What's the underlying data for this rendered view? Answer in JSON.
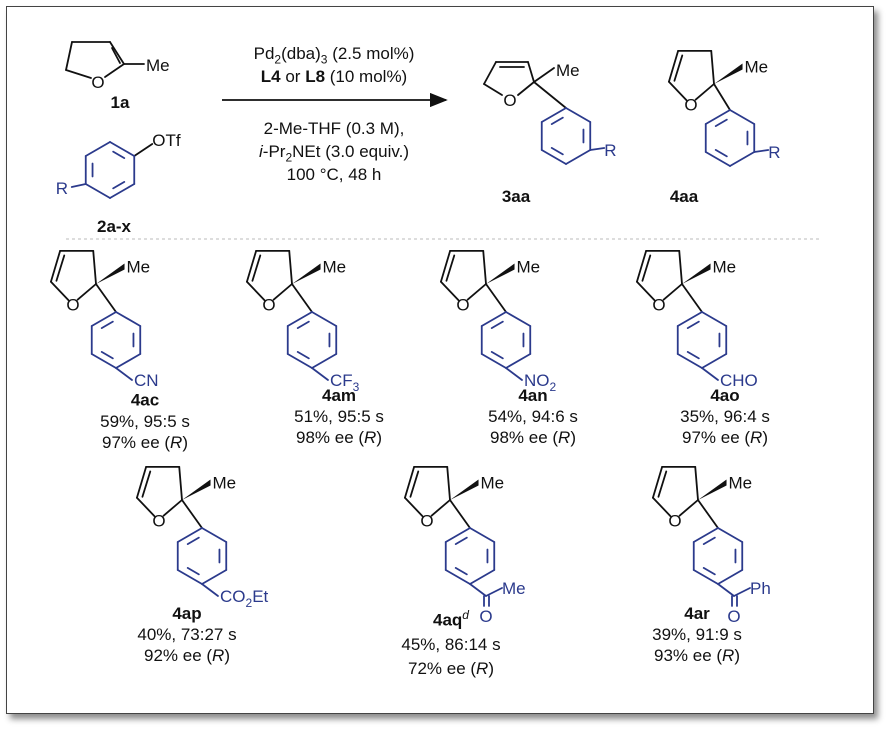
{
  "colors": {
    "substituent": "#2b3a8c",
    "bond": "#111111",
    "frame": "#444444"
  },
  "reagents": {
    "alkene_label": "1a",
    "alkene_me": "Me",
    "triflate_label": "2a-x",
    "triflate_otf": "OTf",
    "triflate_r": "R"
  },
  "conditions": {
    "catalyst_pre": "Pd",
    "catalyst_sub1": "2",
    "catalyst_mid": "(dba)",
    "catalyst_sub2": "3",
    "catalyst_post": " (2.5 mol%)",
    "ligand_a": "L4",
    "ligand_or": " or ",
    "ligand_b": "L8",
    "ligand_post": " (10 mol%)",
    "solvent": "2-Me-THF (0.3 M),",
    "base_italic": "i",
    "base_pre": "-Pr",
    "base_sub": "2",
    "base_post": "NEt (3.0 equiv.)",
    "temp_time": "100 °C, 48 h"
  },
  "products_header": [
    {
      "label": "3aa",
      "me": "Me",
      "r": "R"
    },
    {
      "label": "4aa",
      "me": "Me",
      "r": "R"
    }
  ],
  "examples": [
    {
      "label": "4ac",
      "sup": "",
      "me": "Me",
      "sub_main": "CN",
      "sub_index": "",
      "sub_tail": "",
      "yield": "59%, 95:5 s",
      "ee_pre": "97% ee (",
      "ee_config": "R",
      "ee_post": ")"
    },
    {
      "label": "4am",
      "sup": "",
      "me": "Me",
      "sub_main": "CF",
      "sub_index": "3",
      "sub_tail": "",
      "yield": "51%, 95:5 s",
      "ee_pre": "98% ee (",
      "ee_config": "R",
      "ee_post": ")"
    },
    {
      "label": "4an",
      "sup": "",
      "me": "Me",
      "sub_main": "NO",
      "sub_index": "2",
      "sub_tail": "",
      "yield": "54%, 94:6 s",
      "ee_pre": "98% ee (",
      "ee_config": "R",
      "ee_post": ")"
    },
    {
      "label": "4ao",
      "sup": "",
      "me": "Me",
      "sub_main": "CHO",
      "sub_index": "",
      "sub_tail": "",
      "yield": "35%, 96:4 s",
      "ee_pre": "97% ee (",
      "ee_config": "R",
      "ee_post": ")"
    },
    {
      "label": "4ap",
      "sup": "",
      "me": "Me",
      "sub_main": "CO",
      "sub_index": "2",
      "sub_tail": "Et",
      "yield": "40%, 73:27 s",
      "ee_pre": "92% ee (",
      "ee_config": "R",
      "ee_post": ")"
    },
    {
      "label": "4aq",
      "sup": "d",
      "me": "Me",
      "sub_main": "Me",
      "sub_o": "O",
      "yield": "45%, 86:14 s",
      "ee_pre": "72% ee (",
      "ee_config": "R",
      "ee_post": ")"
    },
    {
      "label": "4ar",
      "sup": "",
      "me": "Me",
      "sub_main": "Ph",
      "sub_o": "O",
      "yield": "39%, 91:9 s",
      "ee_pre": "93% ee (",
      "ee_config": "R",
      "ee_post": ")"
    }
  ]
}
